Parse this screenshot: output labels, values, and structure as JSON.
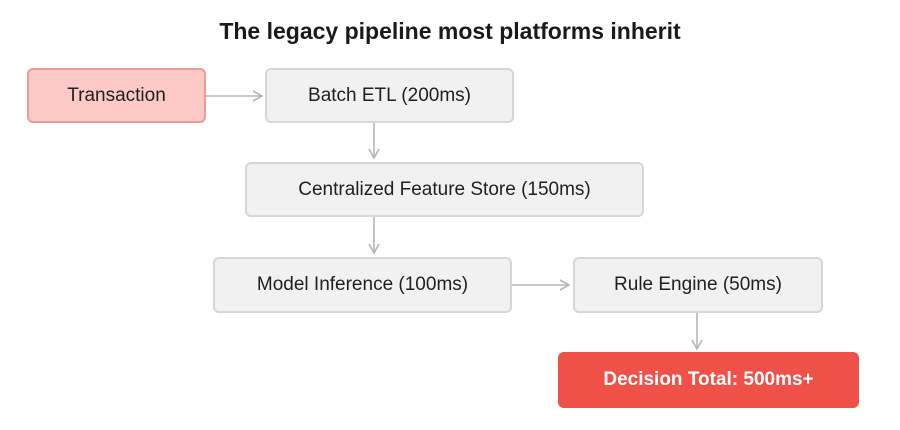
{
  "diagram": {
    "title": "The legacy pipeline most platforms inherit",
    "nodes": {
      "transaction": "Transaction",
      "batch_etl": "Batch ETL (200ms)",
      "feature_store": "Centralized Feature Store (150ms)",
      "model_inference": "Model Inference (100ms)",
      "rule_engine": "Rule Engine (50ms)",
      "decision_total": "Decision Total: 500ms+"
    },
    "colors": {
      "source_fill": "#fdc9c6",
      "source_border": "#ee9a95",
      "step_fill": "#f1f1f1",
      "step_border": "#d6d6d6",
      "result_fill": "#ef5149",
      "arrow": "#b5b5b5"
    }
  }
}
